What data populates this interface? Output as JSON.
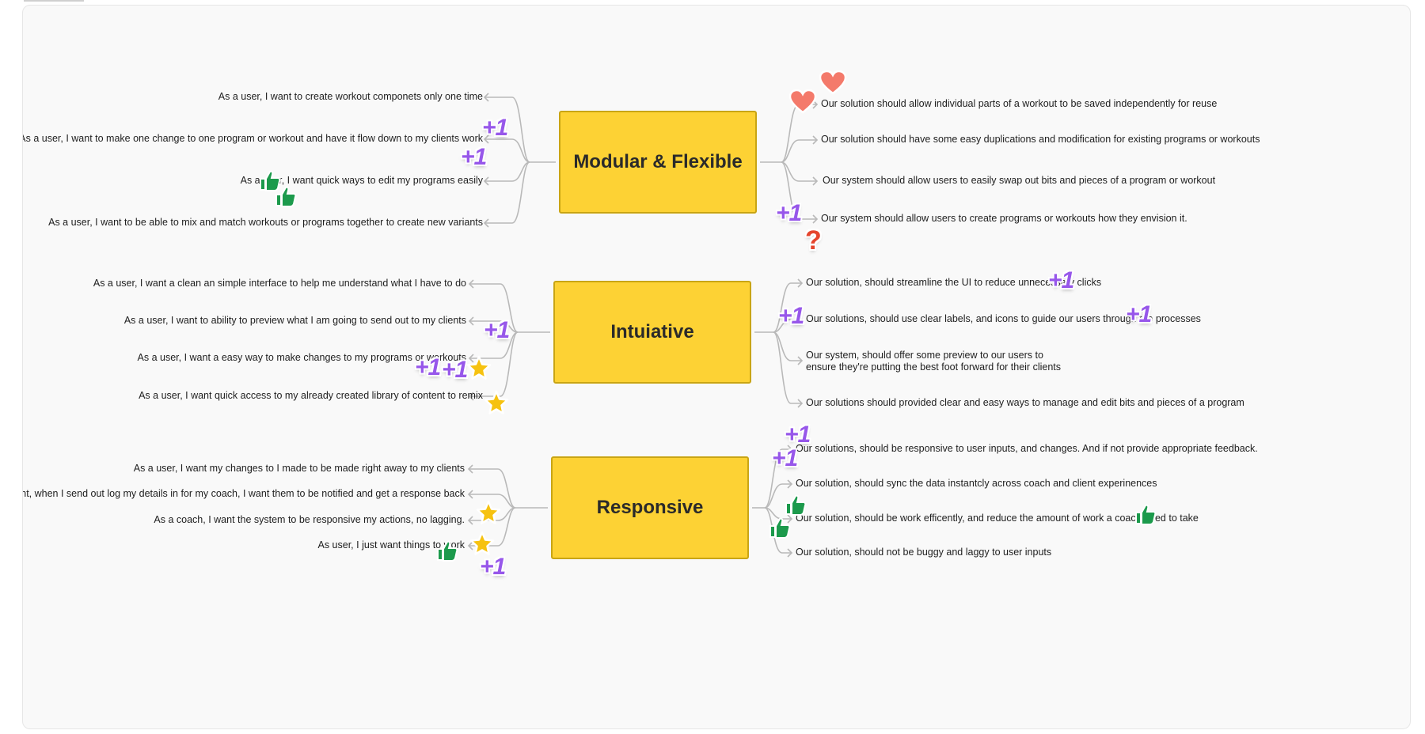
{
  "map": {
    "modular": {
      "title": "Modular & Flexible",
      "left": [
        "As a user, I want to create workout componets only one time",
        "As a user, I want to make one change to one program or workout and have it flow down to my clients work",
        "As a user, I want quick ways to edit my programs easily",
        "As a user, I want to be able to mix and match workouts or programs together to create new variants"
      ],
      "right": [
        "Our solution should allow individual parts of a workout to be saved independently for reuse",
        "Our solution should have some easy duplications and modification for existing programs or workouts",
        "Our system should allow users to easily swap out bits and pieces of a program or workout",
        "Our system should allow users to create programs or workouts how they envision it."
      ]
    },
    "intuitive": {
      "title": "Intuiative",
      "left": [
        "As a user, I want a clean an simple interface to help me understand what I have to do",
        "As a user, I want to ability to preview what I am going to send out to my clients",
        "As a user, I want a easy way to make changes to my programs or workouts",
        "As a user, I want quick access to my already created library of content to remix"
      ],
      "right": [
        "Our solution, should streamline the UI to reduce unnecessary clicks",
        "Our solutions, should use clear labels, and icons to guide our users through the processes",
        "Our system, should offer some preview to our users to",
        "ensure they're putting the best foot forward for their clients",
        "Our solutions should provided clear and easy ways to manage and edit bits and pieces of a program"
      ]
    },
    "responsive": {
      "title": "Responsive",
      "left": [
        "As a user, I want my changes to I made to be made right away to my clients",
        "As a client, when I send out log my details in for my coach, I want them to be notified and get a response back",
        "As a coach, I want the system to be responsive my actions, no lagging.",
        "As user, I just want things to work"
      ],
      "right": [
        "Our solutions, should be responsive to user inputs, and changes. And if not provide appropriate feedback.",
        "Our solution, should sync the data instantcly across coach and client experinences",
        "Our solution, should be work efficently, and reduce the amount of work a coach need to take",
        "Our solution, should not be buggy and laggy to user inputs"
      ]
    }
  },
  "stickers": {
    "plus_one_label": "+1",
    "question_label": "?"
  },
  "colors": {
    "node_fill": "#fdd234",
    "plus_one": "#9757ea",
    "heart": "#f47a6b",
    "thumb": "#1c9a4c",
    "star": "#f6c210",
    "question": "#e5452d"
  }
}
